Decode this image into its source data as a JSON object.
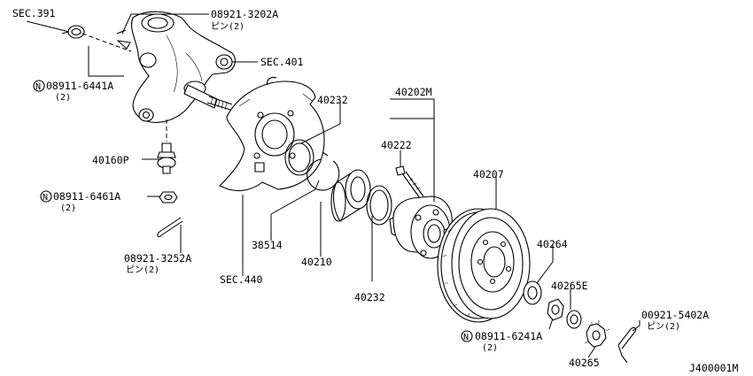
{
  "callouts": {
    "sec391": "SEC.391",
    "p08921_3202a": "08921-3202A",
    "p08921_3202a_sub": "ピン(2)",
    "sec401": "SEC.401",
    "p08911_6441a": "08911-6441A",
    "p08911_6441a_qty": "(2)",
    "p40232_top": "40232",
    "p40202m": "40202M",
    "p40222": "40222",
    "p40160p": "40160P",
    "p08911_6461a": "08911-6461A",
    "p08911_6461a_qty": "(2)",
    "p40207": "40207",
    "p38514": "38514",
    "p40264": "40264",
    "p08921_3252a": "08921-3252A",
    "p08921_3252a_sub": "ピン(2)",
    "p40210": "40210",
    "p40265e": "40265E",
    "sec440": "SEC.440",
    "p40232_bottom": "40232",
    "p00921_5402a": "00921-5402A",
    "p00921_5402a_sub": "ピン(2)",
    "p08911_6241a": "08911-6241A",
    "p08911_6241a_qty": "(2)",
    "p40265": "40265",
    "nut_symbol": "N"
  },
  "diagram_id": "J400001M"
}
